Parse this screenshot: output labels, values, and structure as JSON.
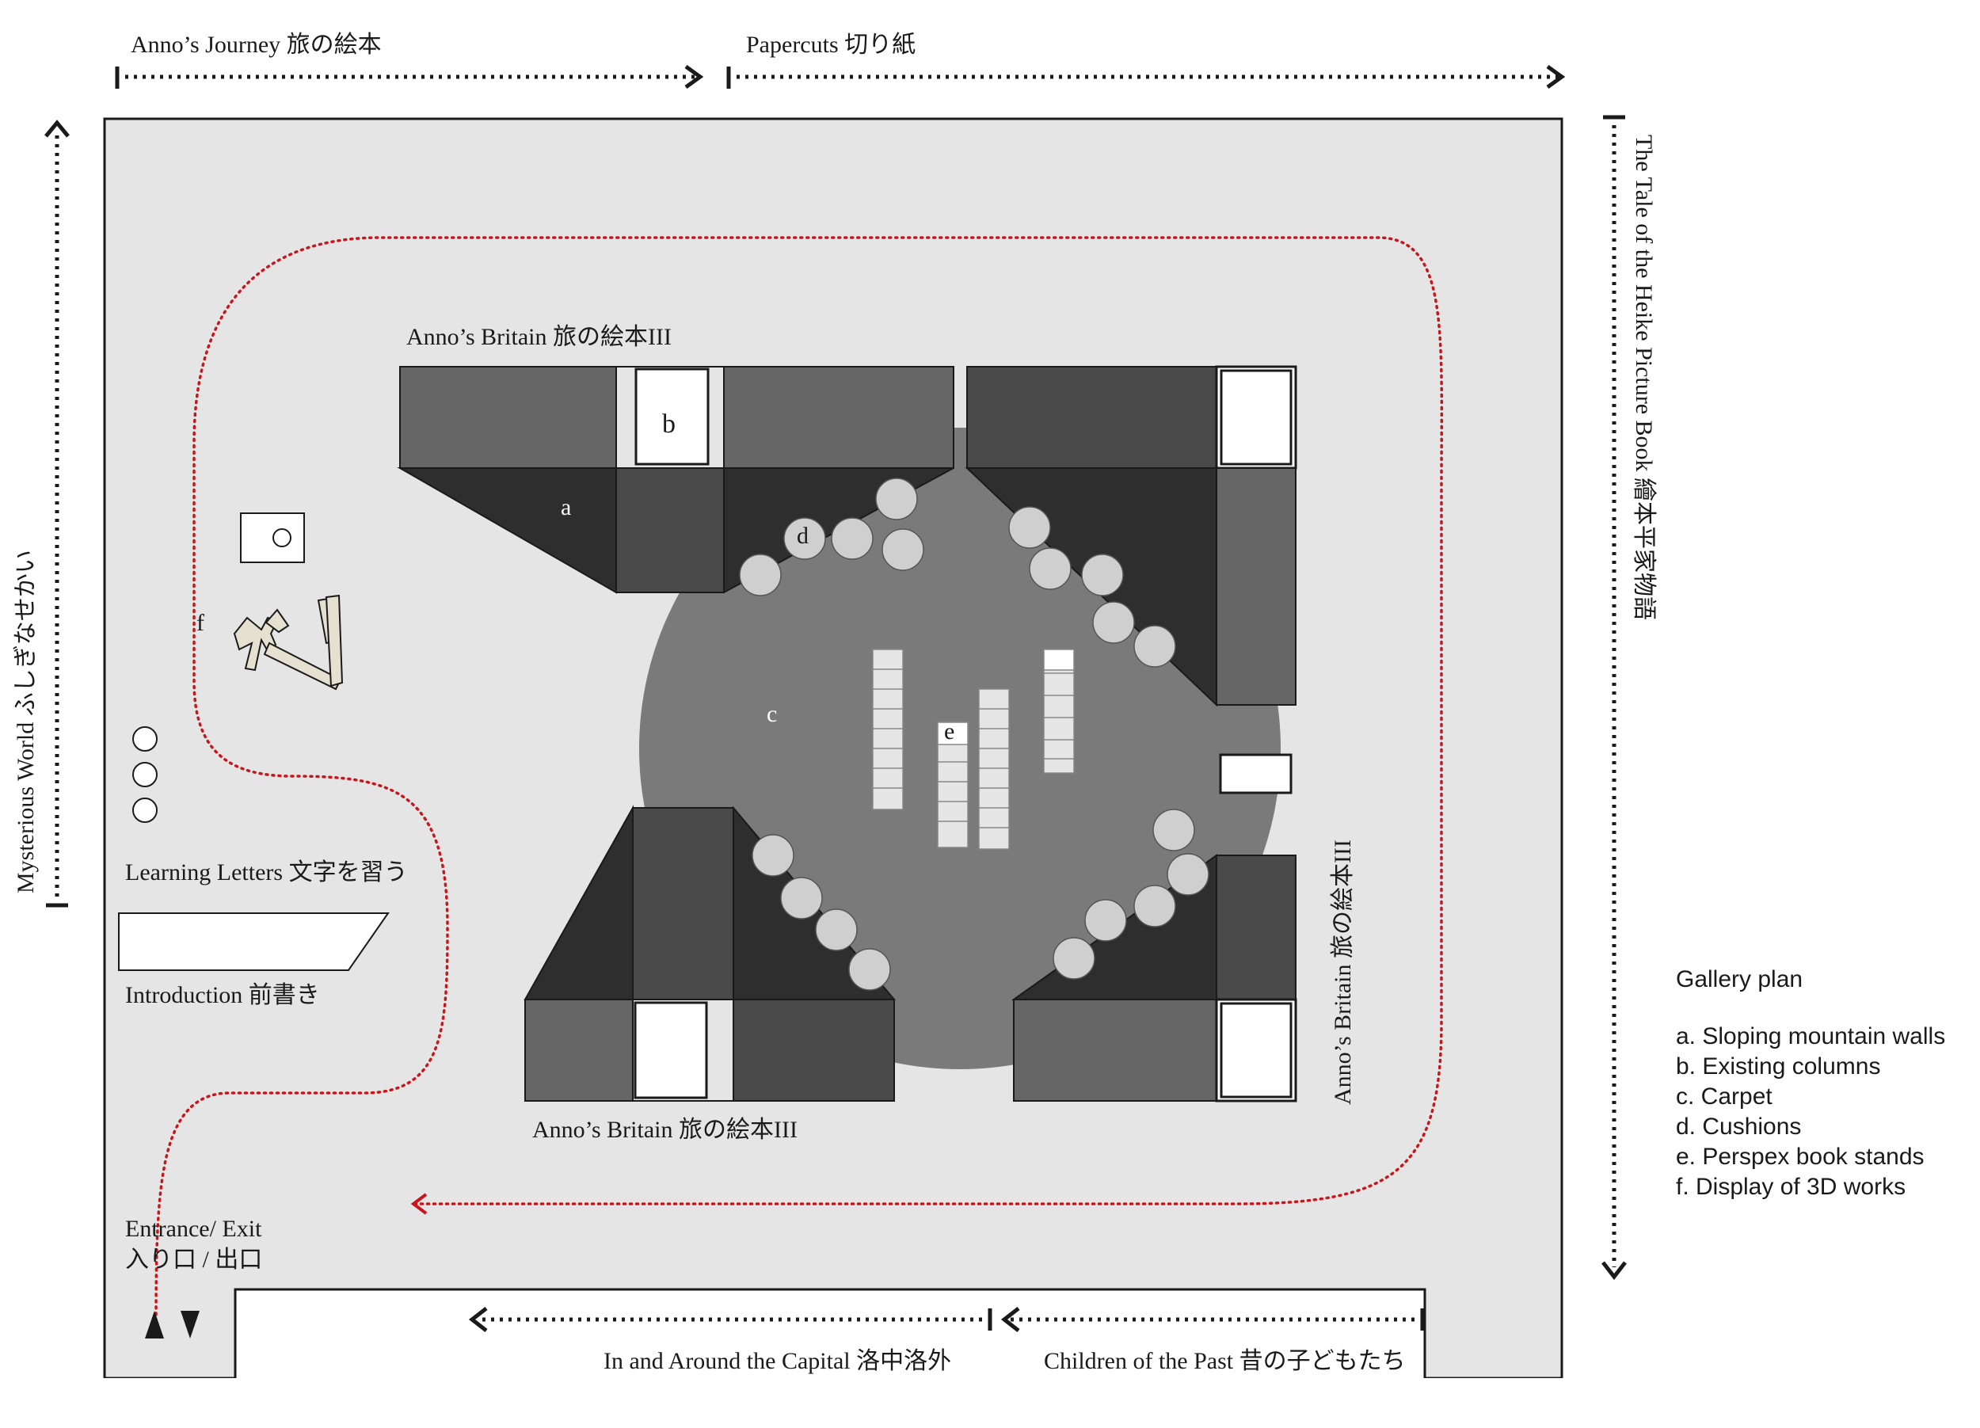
{
  "route_labels": {
    "top_left": "Anno’s Journey 旅の絵本",
    "top_right": "Papercuts 切り紙",
    "left": "Mysterious World ふしぎなせかい",
    "right": "The Tale of the Heike Picture Book 繪本平家物語",
    "bottom_right": "Children of the Past 昔の子どもたち",
    "bottom_left": "In and Around the Capital 洛中洛外"
  },
  "area_labels": {
    "britain_top": "Anno’s Britain 旅の絵本III",
    "britain_bottom": "Anno’s Britain 旅の絵本III",
    "britain_right": "Anno’s Britain 旅の絵本III",
    "learning_letters": "Learning Letters 文字を習う",
    "introduction": "Introduction 前書き",
    "entrance_line1": "Entrance/ Exit",
    "entrance_line2": "入り口 / 出口"
  },
  "markers": {
    "a": "a",
    "b": "b",
    "c": "c",
    "d": "d",
    "e": "e",
    "f": "f"
  },
  "legend": {
    "title": "Gallery plan",
    "items": [
      "a. Sloping mountain walls",
      "b. Existing columns",
      "c. Carpet",
      "d. Cushions",
      "e. Perspex book stands",
      "f. Display of 3D works"
    ]
  },
  "colors": {
    "floor": "#e5e5e5",
    "carpet": "#7a7a7a",
    "wall_light": "#666666",
    "wall_mid": "#4a4a4a",
    "wall_dark": "#2e2e2e",
    "cushion": "#cfcfcf",
    "route": "#c8161d",
    "outline": "#1a1a1a",
    "sculpture": "#e5e0cf"
  },
  "icons": {
    "entrance_arrows": "up-down-triangle-icons",
    "route_arrow": "arrow-left-icon"
  }
}
